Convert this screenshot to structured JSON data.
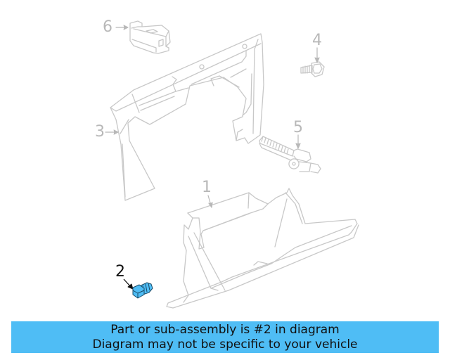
{
  "diagram": {
    "colors": {
      "line": "#c8c8c8",
      "highlight_fill": "#4fbdf5",
      "highlight_stroke": "#1a4a66",
      "banner": "#4fbdf5",
      "arrow_active": "#111111",
      "arrow_inactive": "#b8b8b8"
    },
    "callouts": [
      {
        "number": "1",
        "part": "glove-box-assembly",
        "highlighted": false
      },
      {
        "number": "2",
        "part": "bolt",
        "highlighted": true
      },
      {
        "number": "3",
        "part": "glove-box-frame",
        "highlighted": false
      },
      {
        "number": "4",
        "part": "flange-bolt",
        "highlighted": false
      },
      {
        "number": "5",
        "part": "damper-strut",
        "highlighted": false
      },
      {
        "number": "6",
        "part": "lamp-switch",
        "highlighted": false
      }
    ]
  },
  "banner": {
    "line1": "Part or sub-assembly is #2 in diagram",
    "line2": "Diagram may not be specific to your vehicle"
  }
}
